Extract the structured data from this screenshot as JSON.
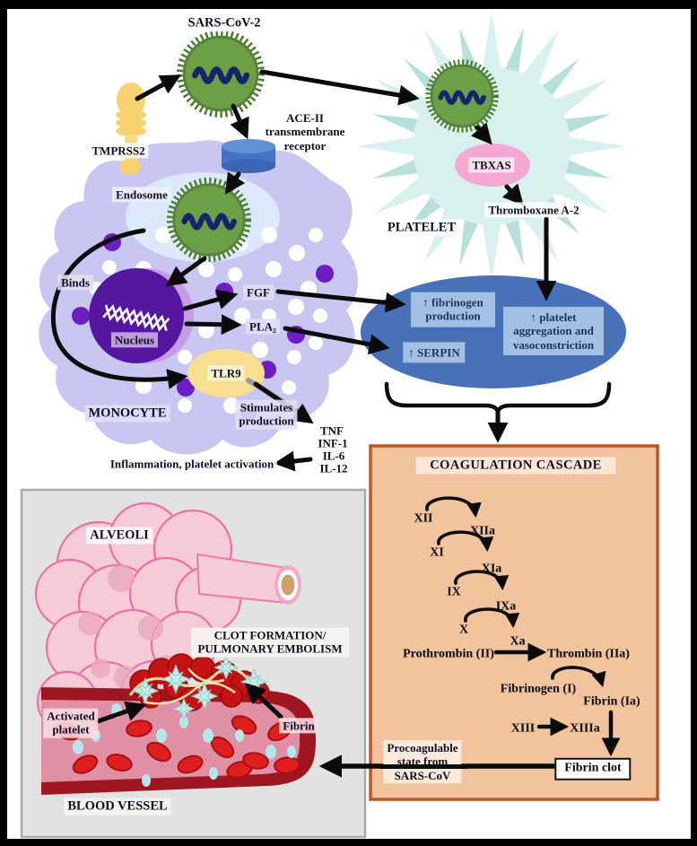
{
  "labels": {
    "sars_cov2": "SARS-CoV-2",
    "tmprss2": "TMPRSS2",
    "ace2": "ACE-II\ntransmembrane\nreceptor",
    "endosome": "Endosome",
    "binds": "Binds",
    "nucleus": "Nucleus",
    "fgf": "FGF",
    "pla2": "PLA₂",
    "tlr9": "TLR9",
    "monocyte": "MONOCYTE",
    "stimulates": "Stimulates\nproduction",
    "inflammation": "Inflammation, platelet activation",
    "platelet": "PLATELET",
    "tbxas": "TBXAS",
    "thromboxane": "Thromboxane A-2",
    "fibrinogen_production": "↑ fibrinogen\nproduction",
    "serpin": "↑ SERPIN",
    "platelet_aggregation": "↑ platelet\naggregation and\nvasoconstriction",
    "coagulation_title": "COAGULATION CASCADE",
    "procoagulable": "Procoagulable\nstate from\nSARS-CoV",
    "alveoli": "ALVEOLI",
    "clot_formation": "CLOT FORMATION/\nPULMONARY EMBOLISM",
    "activated_platelet": "Activated\nplatelet",
    "fibrin": "Fibrin",
    "blood_vessel": "BLOOD VESSEL"
  },
  "cytokines": [
    "TNF",
    "INF-1",
    "IL-6",
    "IL-12"
  ],
  "cascade": {
    "xii": "XII",
    "xiia": "XIIa",
    "xi": "XI",
    "xia": "XIa",
    "ix": "IX",
    "ixa": "IXa",
    "x": "X",
    "xa": "Xa",
    "prothrombin": "Prothrombin (II)",
    "thrombin": "Thrombin (IIa)",
    "fibrinogen_i": "Fibrinogen (I)",
    "fibrin_ia": "Fibrin (Ia)",
    "xiii": "XIII",
    "xiiia": "XIIIa",
    "fibrin_clot": "Fibrin clot"
  },
  "colors": {
    "virus_green": "#6CA046",
    "virus_rna": "#15246B",
    "monocyte_body": "#C9C6F1",
    "nucleus_purple": "#5517A0",
    "platelet_cyan": "#D9F1EE",
    "platelet_teal": "#ABDAD4",
    "signal_ellipse_blue": "#4971B8",
    "signal_box_blue": "#A3C0E4",
    "cascade_bg": "#F2C49E",
    "cascade_border": "#C0571E",
    "vessel_wall_red": "#9E1620",
    "vessel_lumen_pink": "#E18FA4",
    "alveoli_pink": "#F4CBD6",
    "tbxas_pink": "#F4A8D3",
    "ace2_blue": "#4472C4",
    "tmprss2_yellow": "#F8D26E",
    "tlr9_yellow": "#F7DE90"
  }
}
